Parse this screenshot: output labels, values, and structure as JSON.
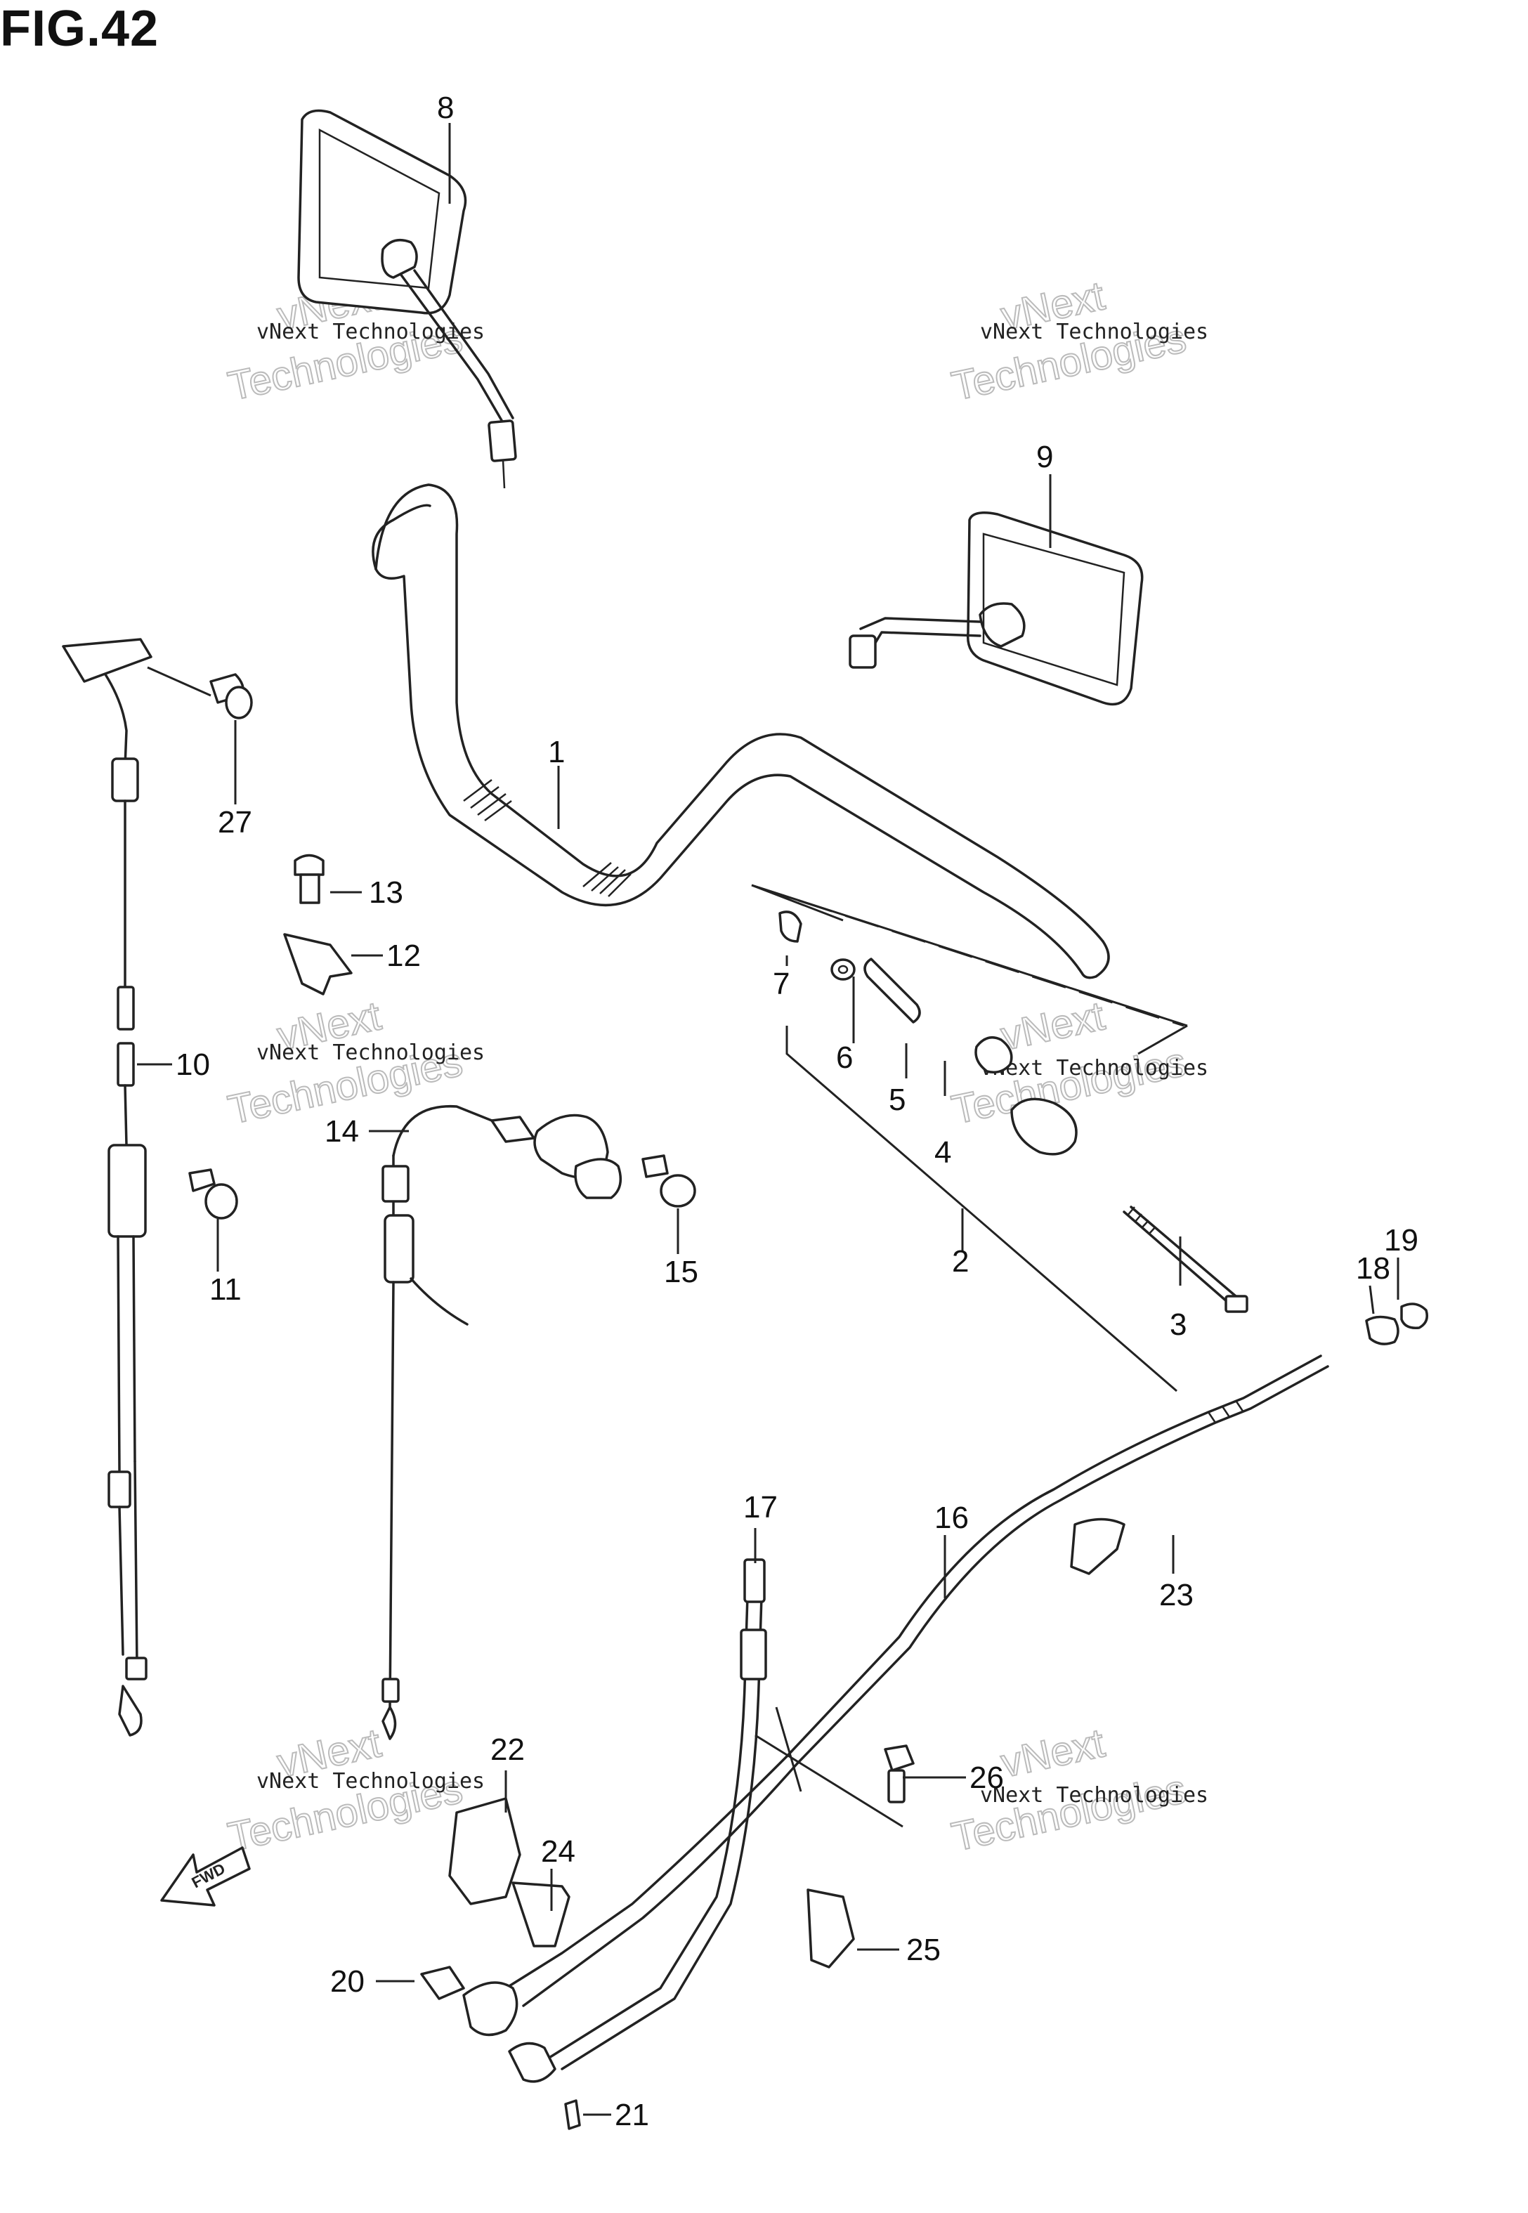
{
  "figure": {
    "title": "FIG.42"
  },
  "watermark": {
    "line1": "vNext Technologies",
    "line2": "vNext",
    "line3": "Technologies"
  },
  "direction_marker": {
    "label": "FWD"
  },
  "callouts": [
    "1",
    "2",
    "3",
    "4",
    "5",
    "6",
    "7",
    "8",
    "9",
    "10",
    "11",
    "12",
    "13",
    "14",
    "15",
    "16",
    "17",
    "18",
    "19",
    "20",
    "21",
    "22",
    "23",
    "24",
    "25",
    "26",
    "27"
  ]
}
